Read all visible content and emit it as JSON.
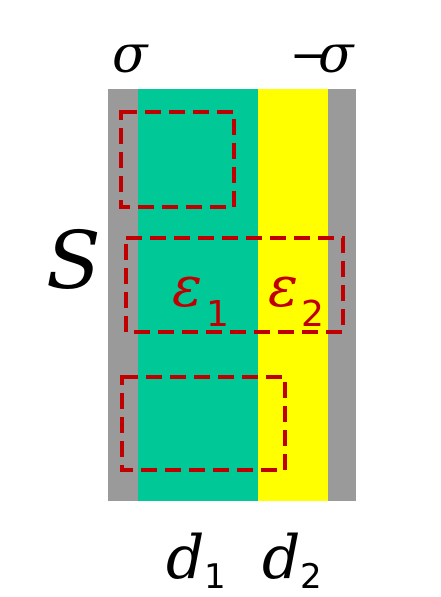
{
  "labels": {
    "sigma_left": "σ",
    "sigma_right_sign": "−",
    "sigma_right": "σ",
    "area": "S",
    "eps1_base": "ε",
    "eps1_sub": "1",
    "eps2_base": "ε",
    "eps2_sub": "2",
    "d1_base": "d",
    "d1_sub": "1",
    "d2_base": "d",
    "d2_sub": "2"
  },
  "colors": {
    "plate": "#9a9a9a",
    "dielectric_1": "#00c896",
    "dielectric_2": "#ffff00",
    "gaussian_surface": "#c00000",
    "text": "#000000",
    "epsilon_text": "#c00000"
  }
}
